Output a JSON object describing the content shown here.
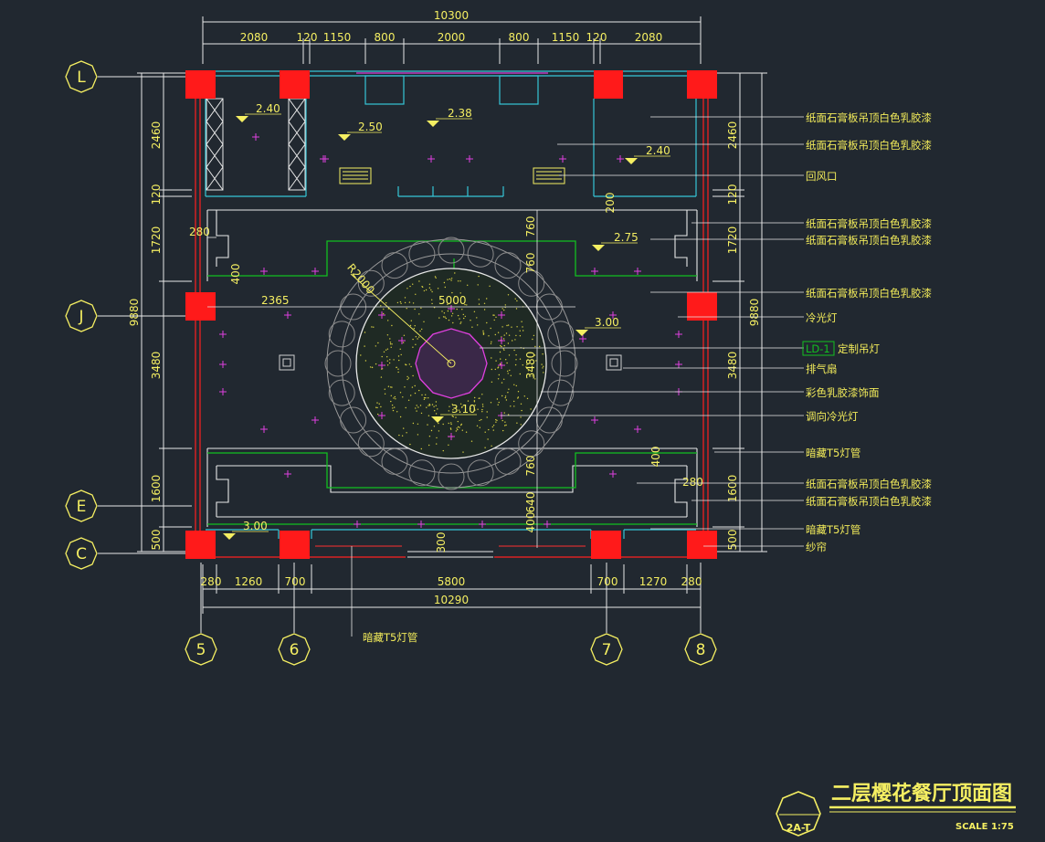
{
  "title": "二层樱花餐厅顶面图",
  "scale": "SCALE  1:75",
  "drawing_no": "2A-T",
  "overall_top": "10300",
  "overall_bottom": "10290",
  "top_dims": [
    "2080",
    "120",
    "1150",
    "800",
    "2000",
    "800",
    "1150",
    "120",
    "2080"
  ],
  "bottom_dims": [
    "280",
    "1260",
    "700",
    "5800",
    "700",
    "1270",
    "280"
  ],
  "left_dims": [
    "2460",
    "120",
    "1720",
    "3480",
    "1600",
    "500"
  ],
  "right_dims": [
    "2460",
    "120",
    "1720",
    "3480",
    "1600",
    "500"
  ],
  "overall_height": "9880",
  "grid_rows": [
    "L",
    "J",
    "E",
    "C"
  ],
  "grid_cols": [
    "5",
    "6",
    "7",
    "8"
  ],
  "levels": [
    "2.40",
    "2.50",
    "2.38",
    "2.40",
    "2.75",
    "3.00",
    "3.10",
    "3.00"
  ],
  "inner_dims": {
    "d280a": "280",
    "d280b": "280",
    "d400a": "400",
    "d400b": "400",
    "d400c": "400",
    "d200": "200",
    "d2365": "2365",
    "d5000": "5000",
    "r2000": "R2000",
    "d760a": "760",
    "d760b": "760",
    "d760c": "760",
    "d3480": "3480",
    "d640": "640",
    "d300": "300"
  },
  "lamp_tag": "LD-1",
  "annotations": [
    "纸面石膏板吊顶白色乳胶漆",
    "纸面石膏板吊顶白色乳胶漆",
    "回风口",
    "纸面石膏板吊顶白色乳胶漆",
    "纸面石膏板吊顶白色乳胶漆",
    "纸面石膏板吊顶白色乳胶漆",
    "冷光灯",
    "定制吊灯",
    "排气扇",
    "彩色乳胶漆饰面",
    "调向冷光灯",
    "暗藏T5灯管",
    "纸面石膏板吊顶白色乳胶漆",
    "纸面石膏板吊顶白色乳胶漆",
    "暗藏T5灯管",
    "纱帘"
  ],
  "bottom_note": "暗藏T5灯管",
  "colors": {
    "background": "#212830",
    "yellow": "#f5ef62",
    "red": "#ff2020",
    "white": "#e8e8e8",
    "cyan": "#36c6d8",
    "green": "#12c020",
    "magenta": "#e040e0"
  }
}
